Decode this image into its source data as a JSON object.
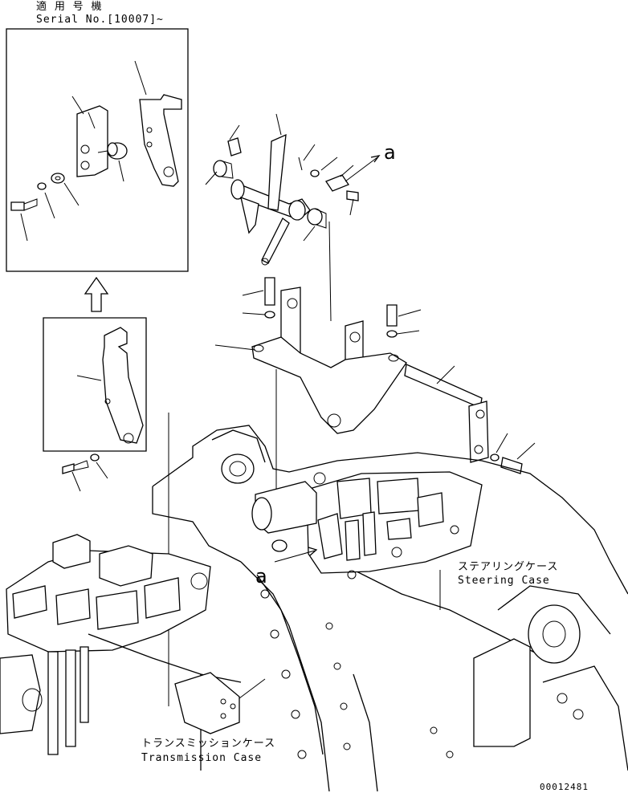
{
  "header": {
    "jp_applicable": "適 用 号 機",
    "serial": "Serial No.[10007]~"
  },
  "labels": {
    "ref_a_top": "a",
    "ref_a_center": "a",
    "steering_jp": "ステアリングケース",
    "steering_en": "Steering Case",
    "transmission_jp": "トランスミッションケース",
    "transmission_en": "Transmission Case",
    "drawing_number": "00012481"
  },
  "icons": {
    "arrow": "up-arrow-icon"
  }
}
